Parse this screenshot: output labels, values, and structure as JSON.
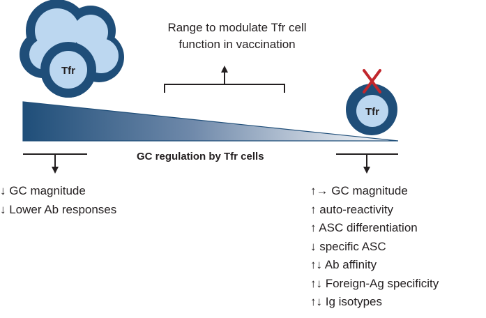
{
  "diagram": {
    "top_note": {
      "line1": "Range to modulate Tfr cell",
      "line2": "function in vaccination"
    },
    "axis_label": "GC regulation by Tfr cells",
    "cell_cluster_label": "Tfr",
    "single_cell_label": "Tfr",
    "left_outcomes": [
      "↓ GC magnitude",
      "↓ Lower Ab responses"
    ],
    "right_outcomes": [
      "↑→ GC magnitude",
      "↑ auto-reactivity",
      "↑ ASC differentiation",
      "↓ specific ASC",
      "↑↓ Ab affinity",
      "↑↓ Foreign-Ag specificity",
      "↑↓ Ig isotypes"
    ],
    "colors": {
      "cell_dark": "#1f4e79",
      "cell_light": "#bcd7f0",
      "gradient_start": "#1f4e79",
      "gradient_end": "#ffffff",
      "x_mark": "#c1272d"
    },
    "icons": {
      "deletion_mark": "x-mark-icon"
    }
  }
}
